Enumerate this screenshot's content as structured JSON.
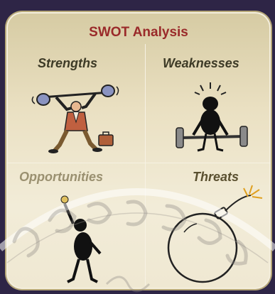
{
  "title": "SWOT Analysis",
  "quadrants": {
    "strengths": "Strengths",
    "weaknesses": "Weaknesses",
    "opportunities": "Opportunities",
    "threats": "Threats"
  },
  "colors": {
    "title": "#9a2a2a",
    "panel": "#eae0c2",
    "frame": "#2e2546"
  }
}
